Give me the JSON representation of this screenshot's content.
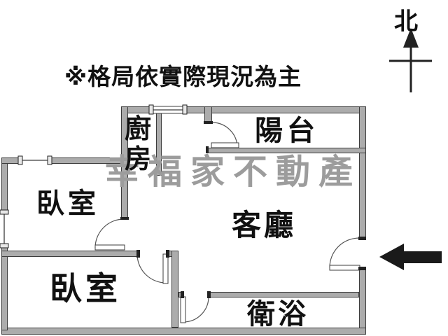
{
  "disclaimer": {
    "text": "※格局依實際現況為主"
  },
  "north": {
    "label": "北"
  },
  "watermark": {
    "text": "幸福家不動產"
  },
  "rooms": {
    "kitchen": {
      "label": "廚房"
    },
    "balcony": {
      "label": "陽台"
    },
    "bedroom1": {
      "label": "臥室"
    },
    "bedroom2": {
      "label": "臥室"
    },
    "living": {
      "label": "客廳"
    },
    "bathroom": {
      "label": "衛浴"
    }
  },
  "icons": {
    "north_arrow": "north-compass-arrow",
    "entrance_arrow": "entrance-direction-arrow"
  },
  "colors": {
    "background": "#ffffff",
    "wall_fill": "#acacac",
    "wall_outline": "#3c3c3c",
    "text": "#111111",
    "watermark": "#9c9c9c",
    "arrow": "#1a1a1a"
  }
}
